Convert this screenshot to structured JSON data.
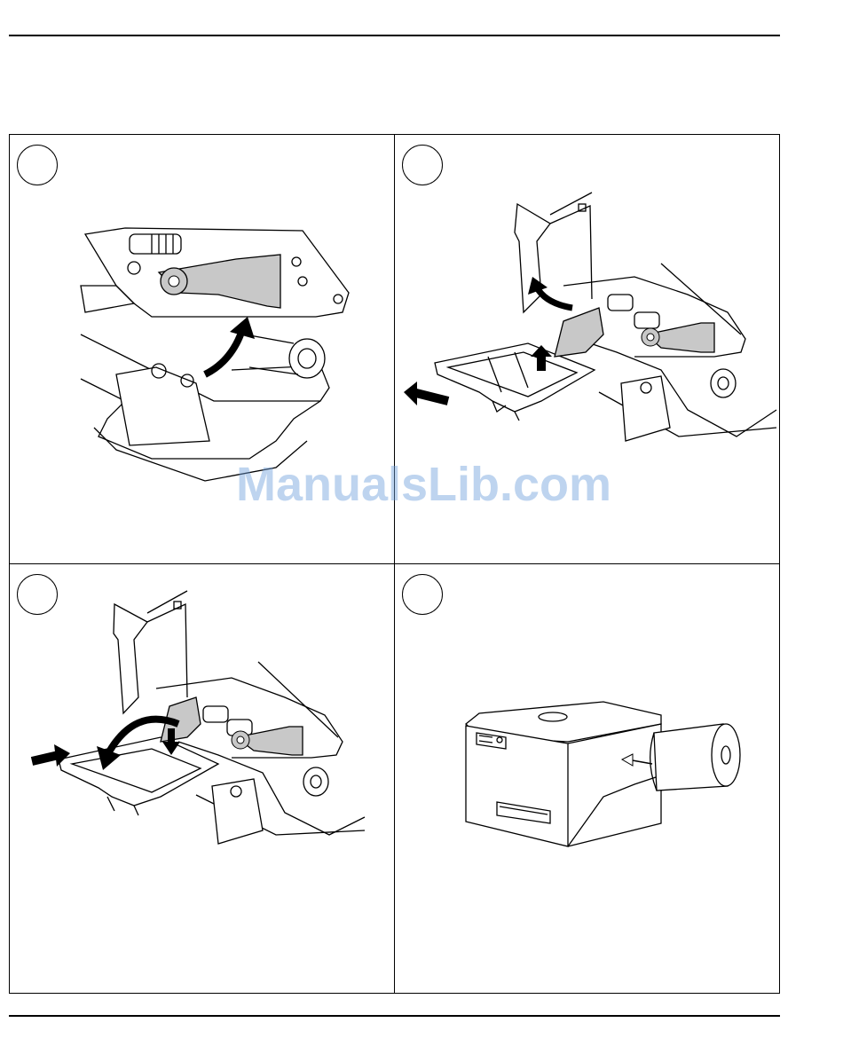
{
  "watermark": {
    "text": "ManualsLib.com"
  },
  "steps": [
    {
      "id": 1,
      "icon": "raise-printhead-lever-illustration"
    },
    {
      "id": 2,
      "icon": "pull-out-printhead-carriage-illustration"
    },
    {
      "id": 3,
      "icon": "push-in-printhead-carriage-illustration"
    },
    {
      "id": 4,
      "icon": "insert-media-roll-illustration"
    }
  ],
  "colors": {
    "line": "#000000",
    "fill_gray": "#c8c8c8",
    "watermark": "#6ea0dc"
  }
}
